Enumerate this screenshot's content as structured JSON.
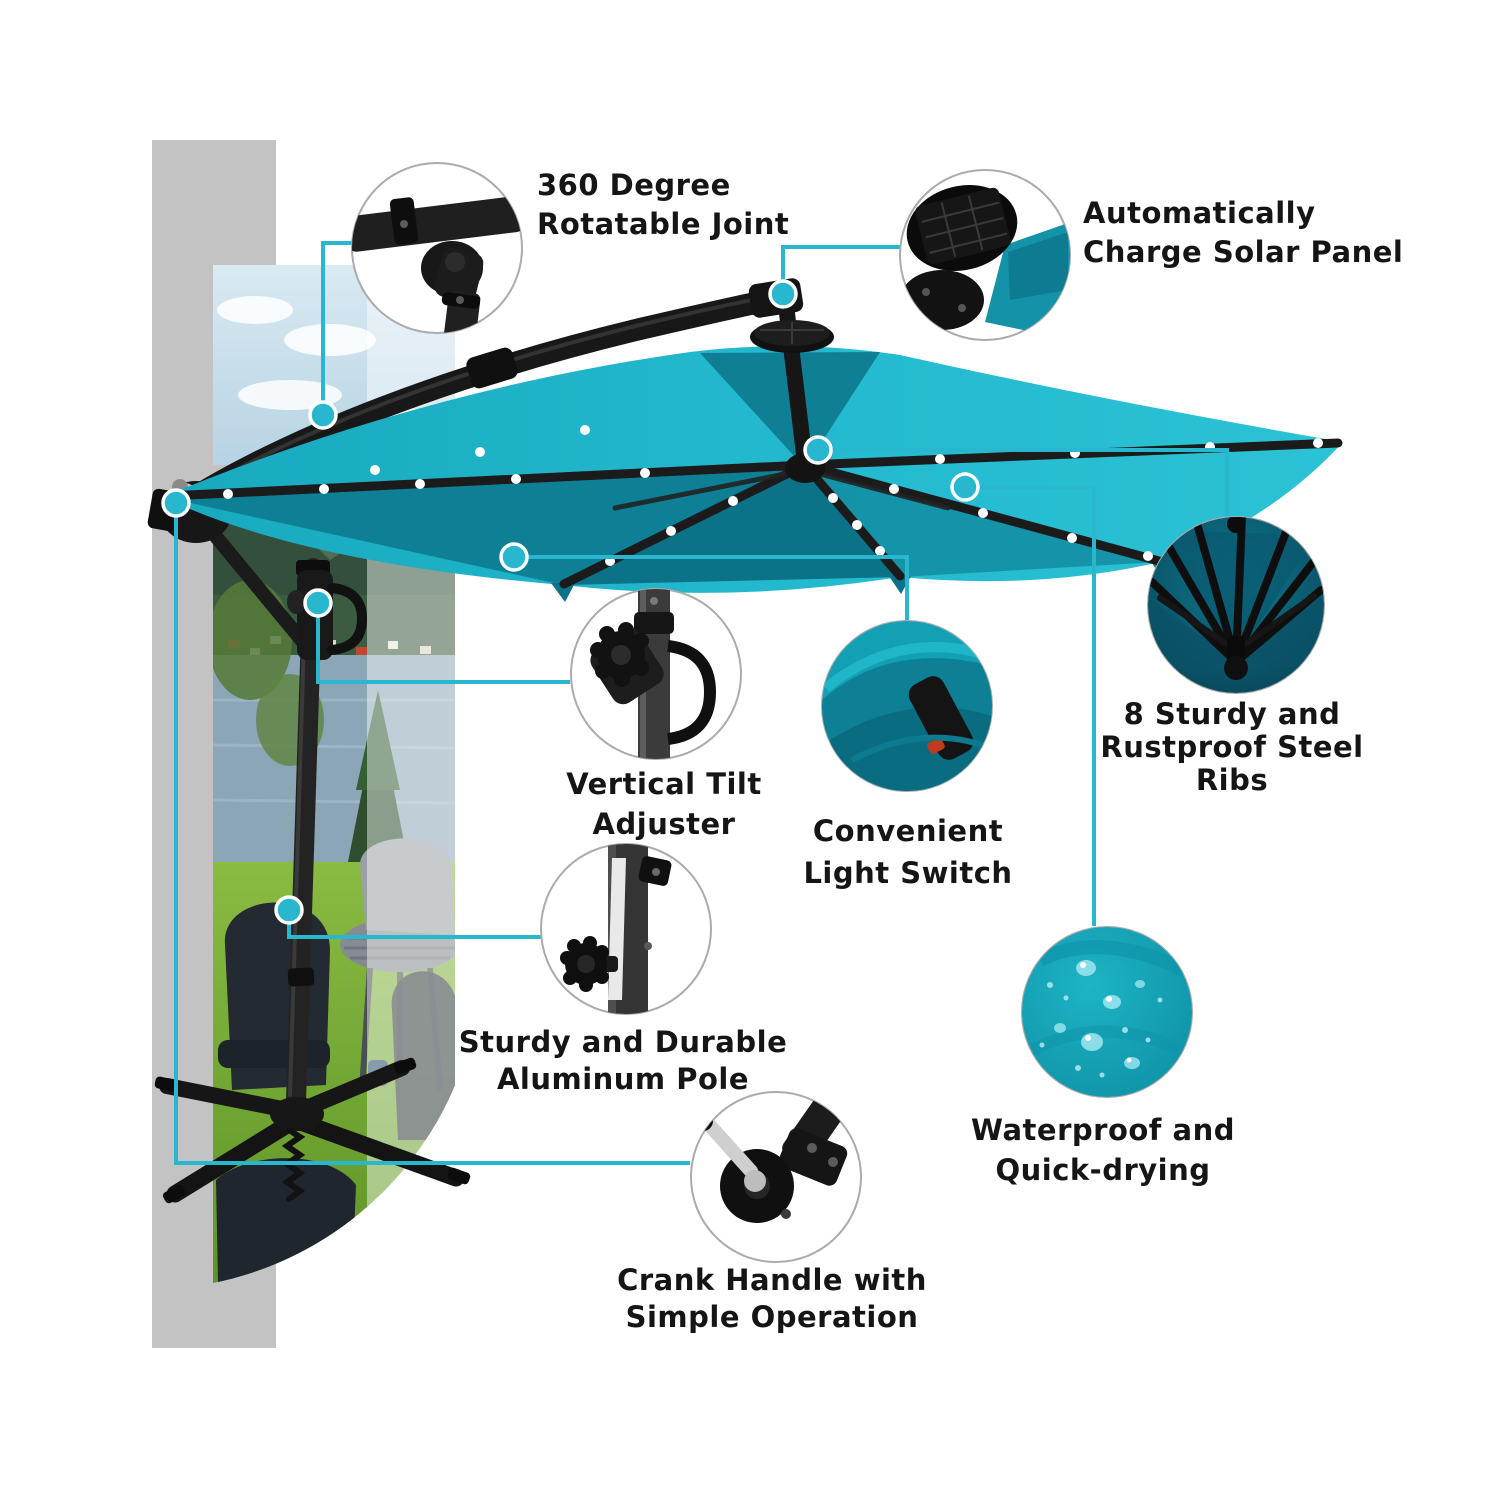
{
  "title": "Offset patio umbrella feature infographic",
  "colors": {
    "accent": "#29b7cf",
    "canopy_top": "#22b6cb",
    "canopy_inner_left": "#0d8096",
    "canopy_inner_mid": "#0b7288",
    "canopy_inner_right": "#10859b",
    "frame_black": "#1c1c1c",
    "gray_bar": "#c3c3c3",
    "label_text": "#151515"
  },
  "callouts": [
    {
      "id": "rotatable-joint",
      "icon": "rotatable-joint-photo",
      "lines": [
        "360 Degree",
        "Rotatable Joint"
      ]
    },
    {
      "id": "solar-panel",
      "icon": "solar-panel-photo",
      "lines": [
        "Automatically",
        "Charge Solar Panel"
      ]
    },
    {
      "id": "tilt-adjuster",
      "icon": "tilt-adjuster-photo",
      "lines": [
        "Vertical Tilt",
        "Adjuster"
      ]
    },
    {
      "id": "light-switch",
      "icon": "light-switch-photo",
      "lines": [
        "Convenient",
        "Light Switch"
      ]
    },
    {
      "id": "steel-ribs",
      "icon": "steel-ribs-photo",
      "lines": [
        "8 Sturdy and",
        "Rustproof Steel",
        "Ribs"
      ]
    },
    {
      "id": "aluminum-pole",
      "icon": "aluminum-pole-photo",
      "lines": [
        "Sturdy and Durable",
        "Aluminum Pole"
      ]
    },
    {
      "id": "crank-handle",
      "icon": "crank-handle-photo",
      "lines": [
        "Crank Handle with",
        "Simple Operation"
      ]
    },
    {
      "id": "waterproof",
      "icon": "waterproof-fabric-photo",
      "lines": [
        "Waterproof and",
        "Quick-drying"
      ]
    }
  ]
}
